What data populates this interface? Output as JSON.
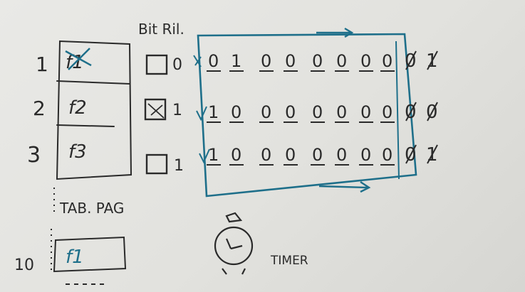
{
  "page_table": {
    "row_numbers": [
      "1",
      "2",
      "3"
    ],
    "frames": [
      "f1",
      "f2",
      "f3"
    ],
    "caption": "TAB. PAG",
    "extra_row_number": "10",
    "extra_frame": "f1"
  },
  "header_label": "Bit Ril.",
  "bits": {
    "values": [
      "0",
      "1",
      "1"
    ],
    "matrix": [
      [
        "0",
        "1",
        "0",
        "0",
        "0",
        "0",
        "0",
        "0",
        "0",
        "1"
      ],
      [
        "1",
        "0",
        "0",
        "0",
        "0",
        "0",
        "0",
        "0",
        "0",
        "0"
      ],
      [
        "1",
        "0",
        "0",
        "0",
        "0",
        "0",
        "0",
        "0",
        "0",
        "1"
      ]
    ]
  },
  "timer_label": "TIMER",
  "colors": {
    "ink": "#2a2a2a",
    "blue": "#1e6f8a",
    "board": "#e6e6e2"
  }
}
